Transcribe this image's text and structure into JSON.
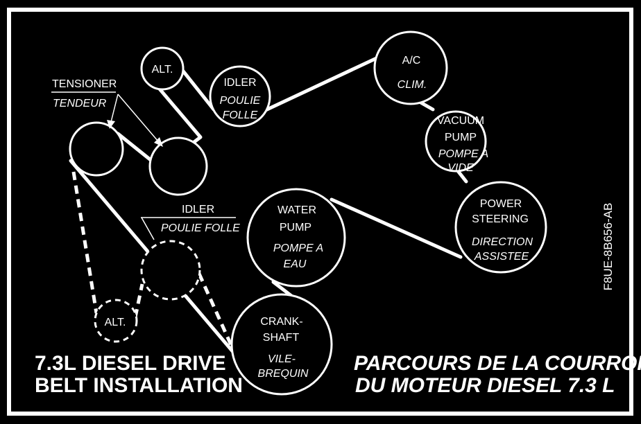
{
  "title_en": {
    "line1": "7.3L DIESEL DRIVE",
    "line2": "BELT INSTALLATION"
  },
  "title_fr": {
    "line1": "PARCOURS DE LA COURROIE",
    "line2": "DU MOTEUR DIESEL 7.3 L"
  },
  "part_number": "F8UE-8B656-AB",
  "pulleys": {
    "alt_top": {
      "en": "ALT."
    },
    "idler_top": {
      "en": "IDLER",
      "fr1": "POULIE",
      "fr2": "FOLLE"
    },
    "ac": {
      "en": "A/C",
      "fr": "CLIM."
    },
    "vacuum": {
      "en1": "VACUUM",
      "en2": "PUMP",
      "fr1": "POMPE A",
      "fr2": "VIDE"
    },
    "power_steering": {
      "en1": "POWER",
      "en2": "STEERING",
      "fr1": "DIRECTION",
      "fr2": "ASSISTEE"
    },
    "water_pump": {
      "en1": "WATER",
      "en2": "PUMP",
      "fr1": "POMPE A",
      "fr2": "EAU"
    },
    "crankshaft": {
      "en1": "CRANK-",
      "en2": "SHAFT",
      "fr1": "VILE-",
      "fr2": "BREQUIN"
    },
    "alt_lower": {
      "en": "ALT."
    }
  },
  "callouts": {
    "tensioner": {
      "en": "TENSIONER",
      "fr": "TENDEUR"
    },
    "idler_lower": {
      "en": "IDLER",
      "fr": "POULIE FOLLE"
    }
  }
}
